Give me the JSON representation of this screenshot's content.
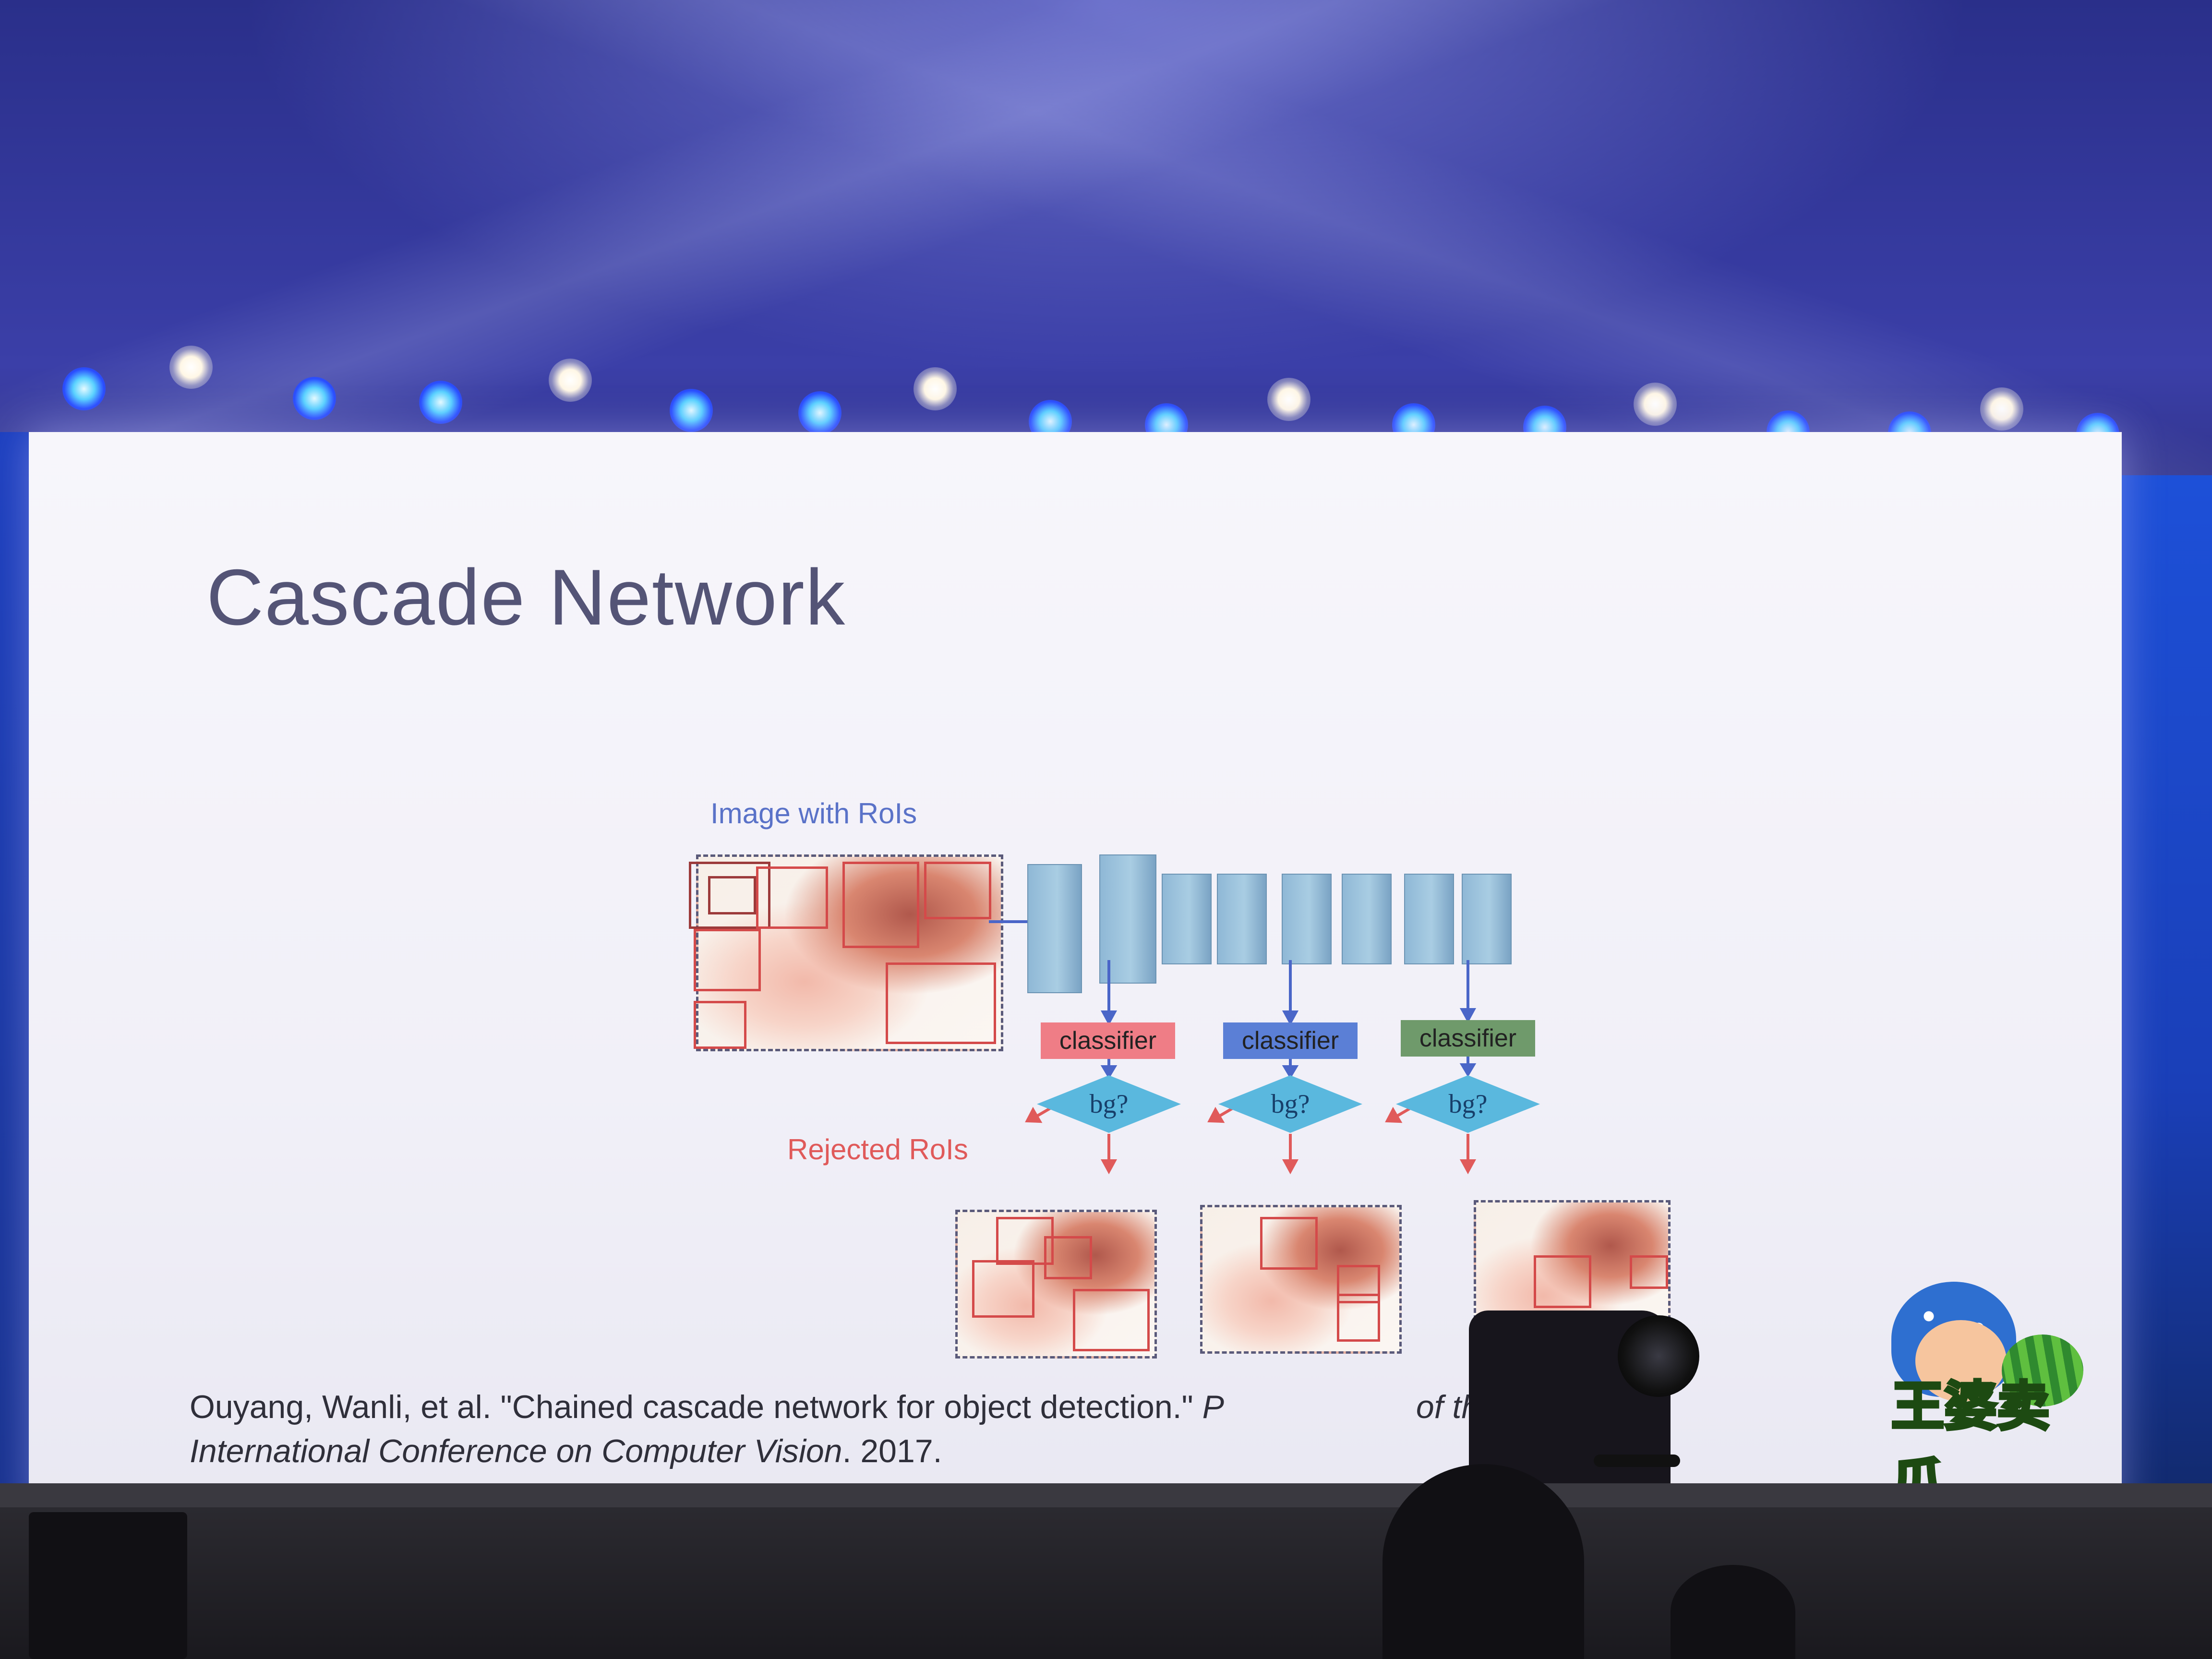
{
  "slide": {
    "title": "Cascade Network",
    "figure": {
      "rois_label": "Image with RoIs",
      "rejected_label": "Rejected RoIs",
      "classifiers": [
        {
          "label": "classifier",
          "color": "#ef7d86"
        },
        {
          "label": "classifier",
          "color": "#5b7fd6"
        },
        {
          "label": "classifier",
          "color": "#6f9a6b"
        }
      ],
      "decisions": [
        "bg?",
        "bg?",
        "bg?"
      ]
    },
    "citation": {
      "authors_title": "Ouyang, Wanli, et al. \"Chained cascade network for object detection.\" ",
      "occluded_part_a": "P",
      "occluded_part_b": "of the IEEE",
      "venue": "International Conference on Computer Vision",
      "year": ". 2017."
    }
  },
  "watermark": {
    "text": "王婆卖瓜"
  },
  "icons": {
    "stage_lights": "stage-light-icon",
    "camera": "video-camera-icon"
  }
}
